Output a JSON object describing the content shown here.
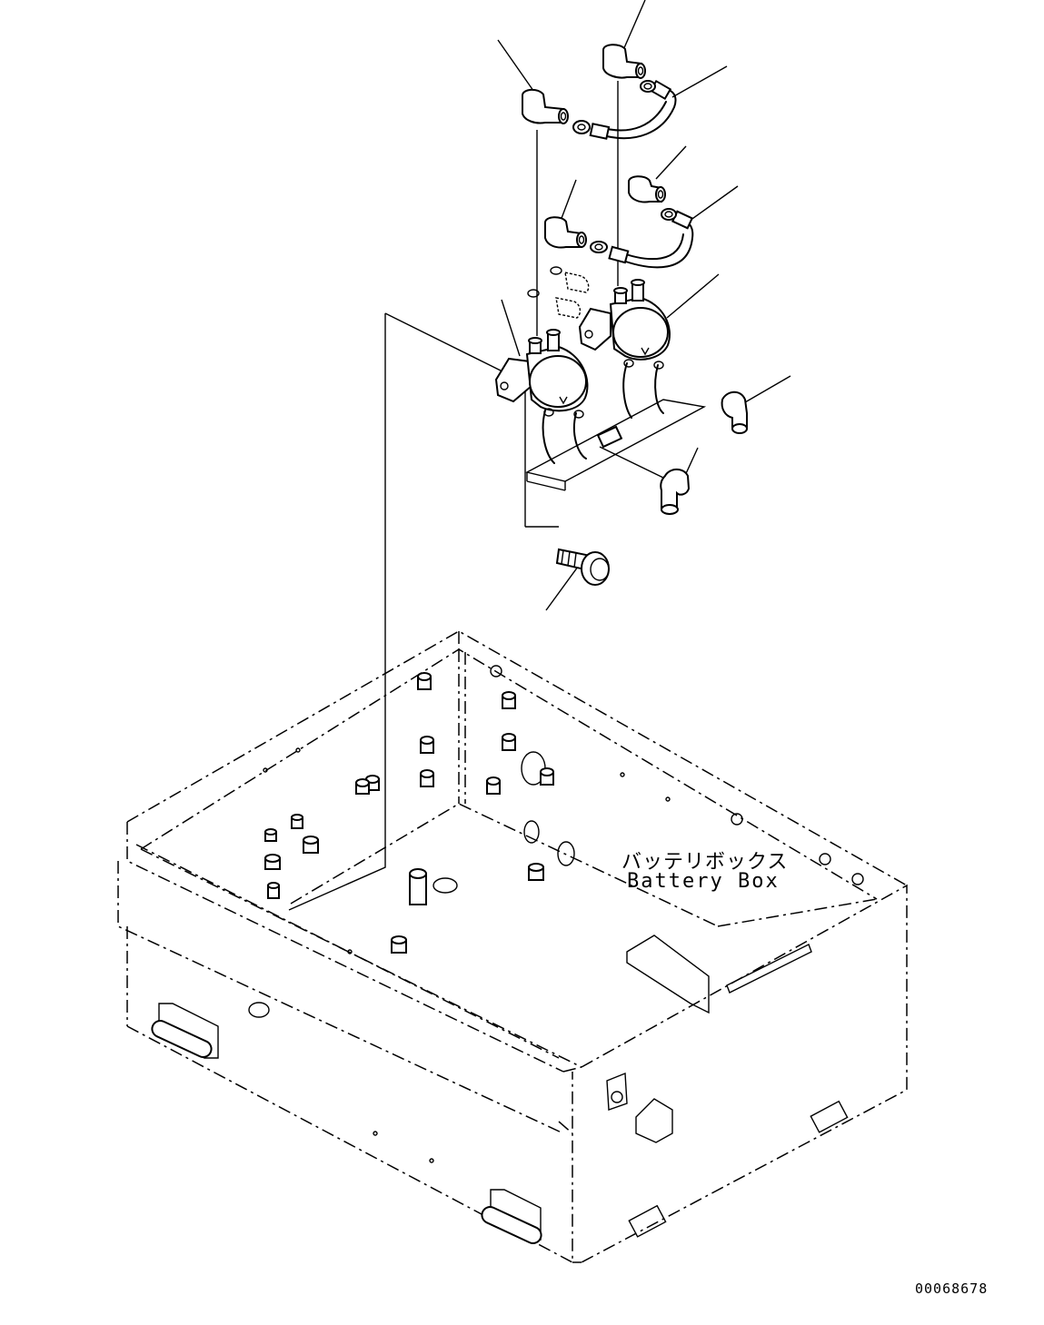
{
  "battery_box_label_jp": "バッテリボックス",
  "battery_box_label_en": "Battery Box",
  "drawing_number": "00068678"
}
